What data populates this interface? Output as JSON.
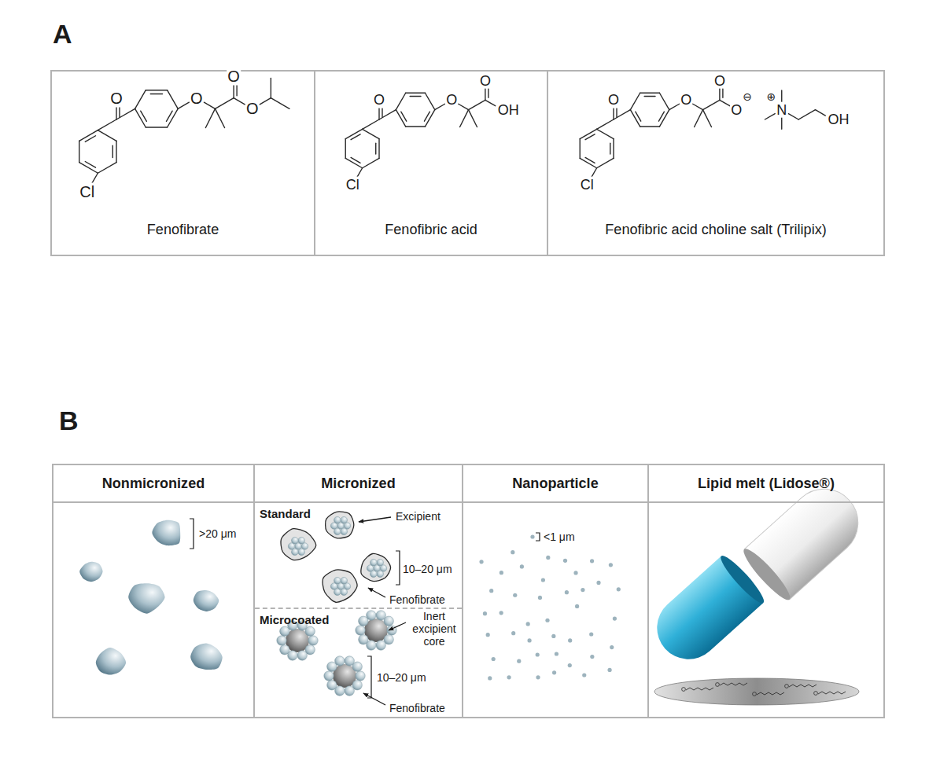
{
  "diagram": {
    "nodes": [
      {
        "text": [
          "Fenofibrate"
        ]
      },
      {
        "text": [
          "Fenofibric acid"
        ]
      },
      {
        "text": [
          "Fenofibric acid choline salt (Trilipix)"
        ]
      },
      {
        "text": [
          "Nonmicronized"
        ]
      },
      {
        "text": [
          "Micronized"
        ]
      },
      {
        "text": [
          "Standard"
        ],
        "in": 4
      },
      {
        "text": [
          "Microcoated"
        ],
        "in": 4
      },
      {
        "text": [
          "Nanoparticle"
        ]
      },
      {
        "text": [
          "Lipid melt (Lidose®)"
        ]
      }
    ],
    "labels": [
      "A",
      "O",
      "O",
      "O",
      "O",
      "Cl",
      "O",
      "O",
      "O",
      "OH",
      "Cl",
      "O",
      "O",
      "O",
      "O",
      "⊖",
      "⊕",
      "N",
      "OH",
      "Cl",
      "B",
      ">20 μm",
      "Excipient",
      "10–20 μm",
      "Fenofibrate",
      "Inert excipient core",
      "10–20 μm",
      "Fenofibrate",
      "<1 μm"
    ]
  }
}
